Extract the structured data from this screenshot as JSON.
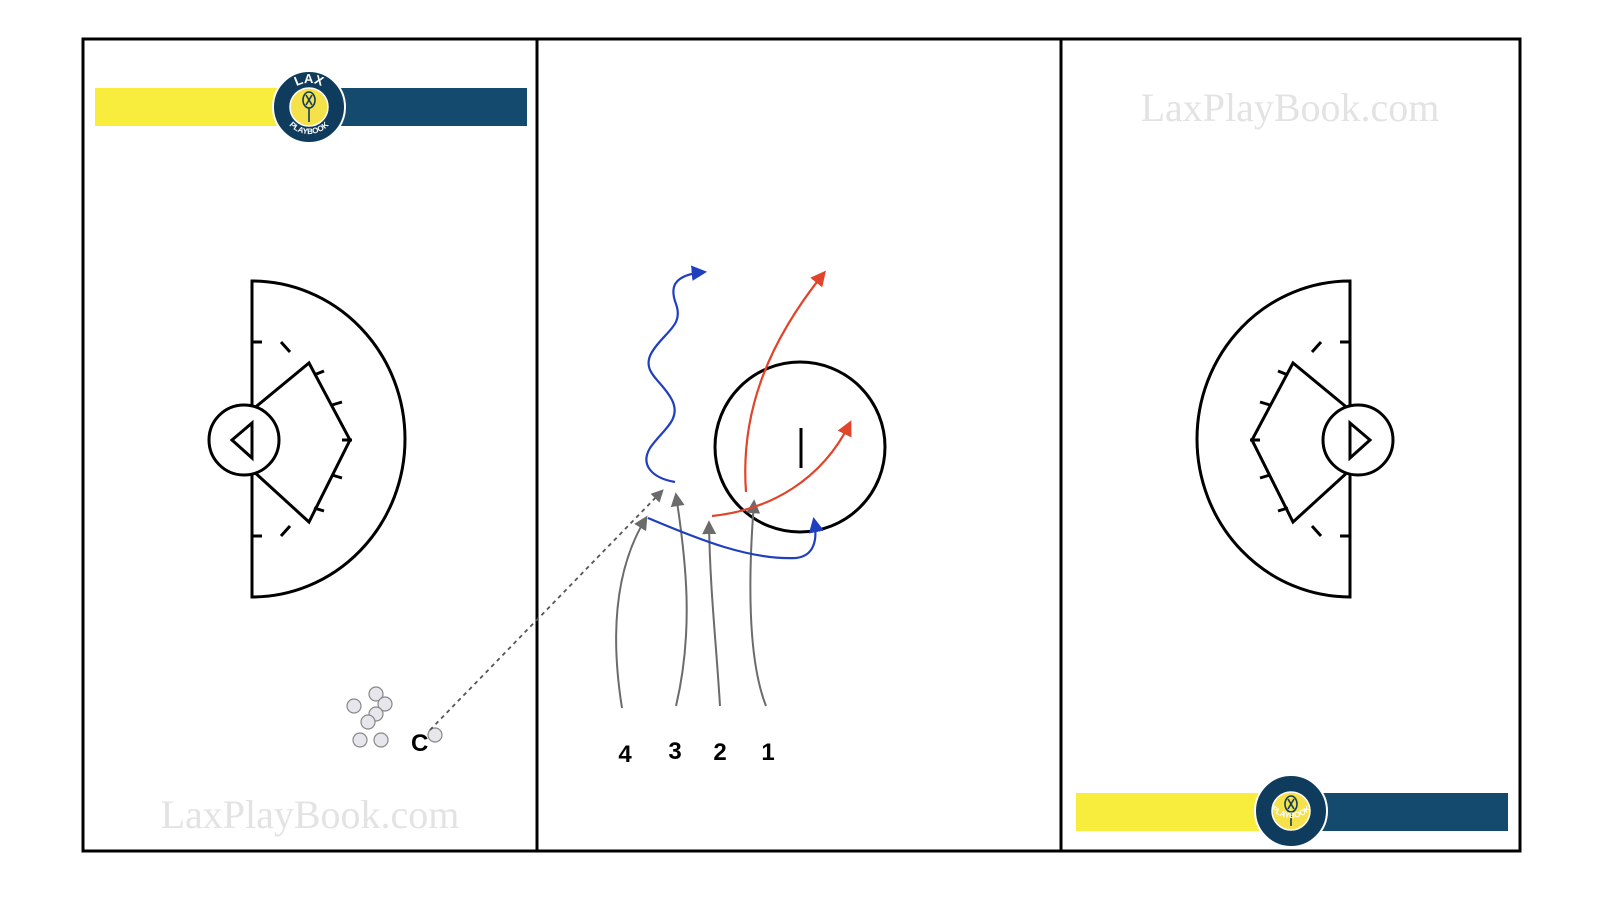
{
  "watermark": "LaxPlayBook.com",
  "logo": {
    "top_text": "LAX",
    "bottom_text": "PLAYBOOK",
    "colors": {
      "yellow": "#f8ec3c",
      "navy": "#134a6e",
      "ring": "#0f3c5c",
      "badge_yellow": "#f5e14a"
    }
  },
  "coach": {
    "label": "C"
  },
  "players": [
    {
      "id": "player-4",
      "label": "4"
    },
    {
      "id": "player-3",
      "label": "3"
    },
    {
      "id": "player-2",
      "label": "2"
    },
    {
      "id": "player-1",
      "label": "1"
    }
  ],
  "colors": {
    "field_lines": "#000000",
    "gray_path": "#6b6b6b",
    "blue_path": "#1f3fbf",
    "red_path": "#e0442a",
    "ball": "#e6e6ec"
  },
  "icons": [
    "lacrosse-stick-icon",
    "ball-icon",
    "arrow-icon"
  ]
}
